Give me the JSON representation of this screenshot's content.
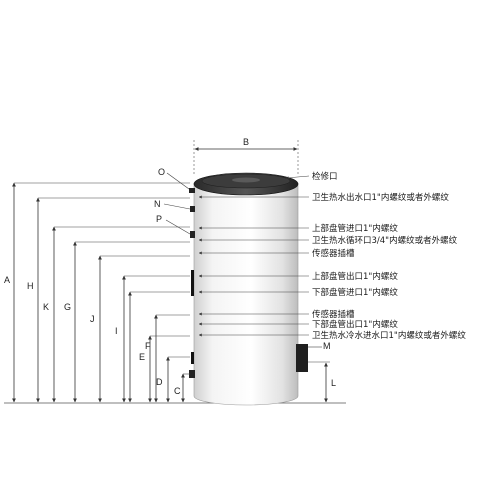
{
  "dimensions": {
    "top": "B",
    "left": [
      "A",
      "H",
      "K",
      "G",
      "J",
      "I",
      "F",
      "E",
      "D",
      "C"
    ],
    "right": "L"
  },
  "port_letters": {
    "o": "O",
    "n": "N",
    "p": "P",
    "m": "M"
  },
  "callouts": [
    "检修口",
    "卫生热水出水口1\"内螺纹或者外螺纹",
    "上部盘管进口1\"内螺纹",
    "卫生热水循环口3/4\"内螺纹或者外螺纹",
    "传感器插槽",
    "上部盘管出口1\"内螺纹",
    "下部盘管进口1\"内螺纹",
    "传感器插槽",
    "下部盘管出口1\"内螺纹",
    "卫生热水冷水进水口1\"内螺纹或者外螺纹"
  ]
}
